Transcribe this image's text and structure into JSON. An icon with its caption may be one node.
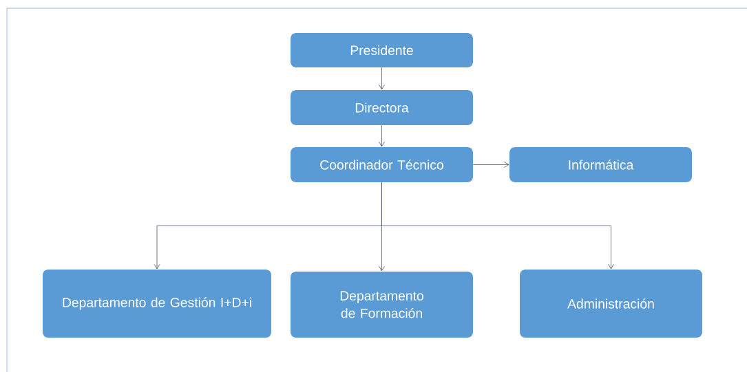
{
  "diagram": {
    "nodes": [
      {
        "text": [
          "Presidente"
        ]
      },
      {
        "text": [
          "Directora"
        ]
      },
      {
        "text": [
          "Coordinador Técnico"
        ]
      },
      {
        "text": [
          "Informática"
        ]
      },
      {
        "text": [
          "Departamento de Gestión I+D+i"
        ]
      },
      {
        "text": [
          "Departamento de Formación"
        ]
      },
      {
        "text": [
          "Administración"
        ]
      }
    ],
    "edges": [
      {
        "from": 0,
        "to": 1,
        "arrow": "to"
      },
      {
        "from": 1,
        "to": 2,
        "arrow": "to"
      },
      {
        "from": 2,
        "to": 3,
        "arrow": "to"
      },
      {
        "from": 2,
        "to": 4,
        "arrow": "to"
      },
      {
        "from": 2,
        "to": 5,
        "arrow": "to"
      },
      {
        "from": 2,
        "to": 6,
        "arrow": "to"
      }
    ]
  }
}
